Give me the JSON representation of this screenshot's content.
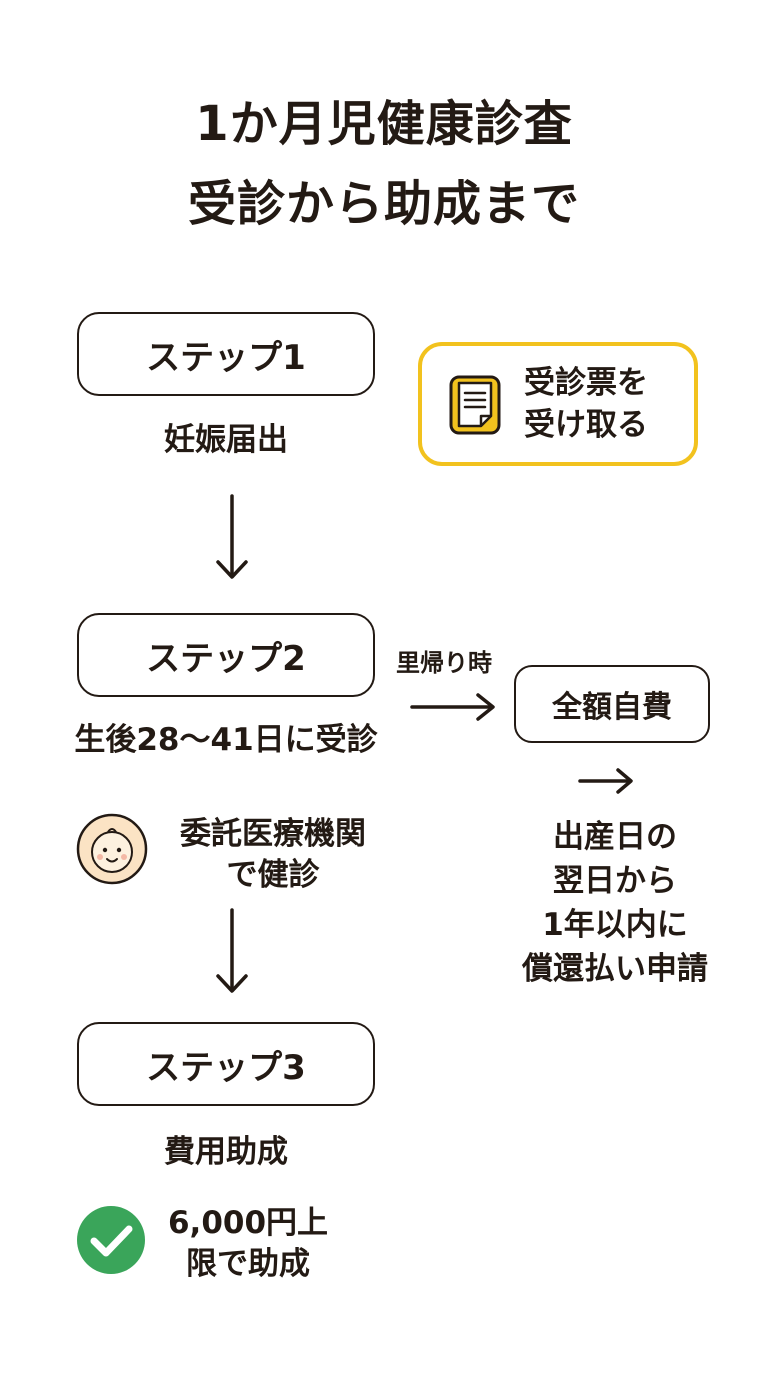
{
  "title": {
    "line1": "1か月児健康診査",
    "line2": "受診から助成まで"
  },
  "steps": [
    {
      "label": "ステップ1",
      "description": "妊娠届出"
    },
    {
      "label": "ステップ2",
      "description": "生後28〜41日に受診"
    },
    {
      "label": "ステップ3",
      "description": "費用助成"
    }
  ],
  "voucher_card": {
    "icon": "document-icon",
    "line1": "受診票を",
    "line2": "受け取る"
  },
  "exam_note": {
    "icon": "baby-face-icon",
    "line1": "委託医療機関",
    "line2": "で健診"
  },
  "subsidy_note": {
    "icon": "check-circle-icon",
    "line1": "6,000円上",
    "line2": "限で助成"
  },
  "branch": {
    "condition": "里帰り時",
    "cost_label": "全額自費",
    "refund_lines": [
      "出産日の",
      "翌日から",
      "1年以内に",
      "償還払い申請"
    ]
  },
  "colors": {
    "text": "#231a14",
    "card_border": "#f2c21e",
    "doc_icon_fill": "#f2c21e",
    "baby_face": "#fbe3c4",
    "check_green": "#3aa55a"
  }
}
